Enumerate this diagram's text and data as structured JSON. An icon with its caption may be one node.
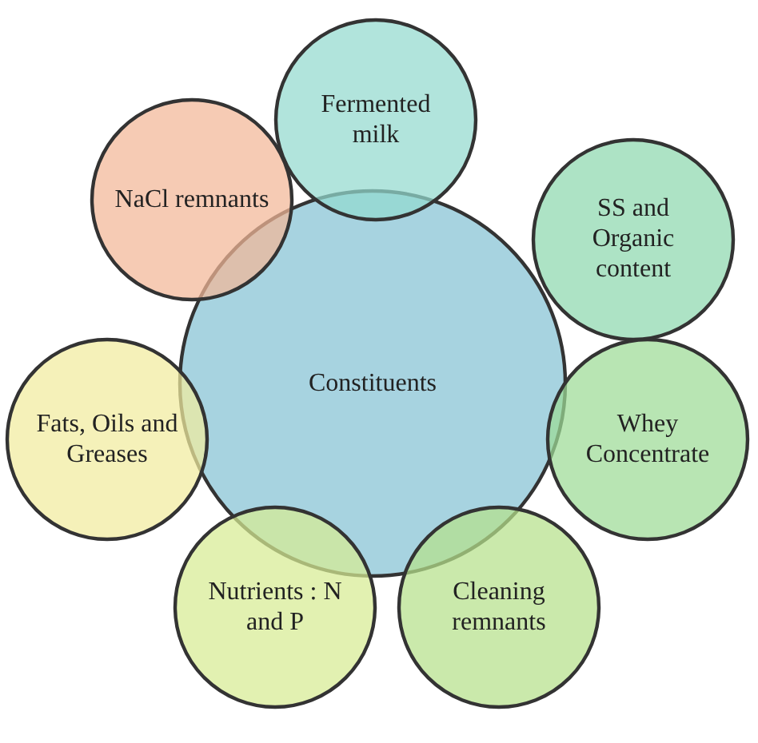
{
  "diagram": {
    "nodes": [
      {
        "text": [
          "Constituents"
        ]
      },
      {
        "text": [
          "Fermented milk"
        ]
      },
      {
        "text": [
          "SS and Organic content"
        ]
      },
      {
        "text": [
          "Whey Concentrate"
        ]
      },
      {
        "text": [
          "Cleaning remnants"
        ]
      },
      {
        "text": [
          "Nutrients : N and P"
        ]
      },
      {
        "text": [
          "Fats, Oils and Greases"
        ]
      },
      {
        "text": [
          "NaCl remnants"
        ]
      }
    ]
  }
}
